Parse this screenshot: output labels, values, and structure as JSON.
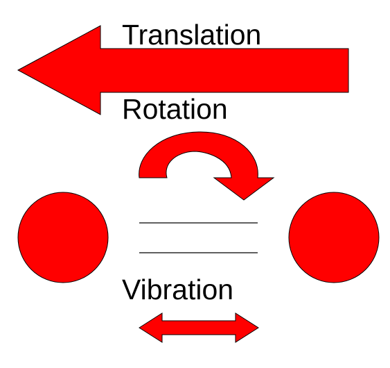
{
  "labels": {
    "translation": "Translation",
    "rotation": "Rotation",
    "vibration": "Vibration"
  },
  "colors": {
    "fill": "#ff0000",
    "stroke": "#000000",
    "background": "#ffffff"
  },
  "icons": {
    "translation_arrow": "left-arrow-icon",
    "rotation_arrow": "curved-arrow-icon",
    "vibration_arrow": "double-headed-arrow-icon"
  }
}
